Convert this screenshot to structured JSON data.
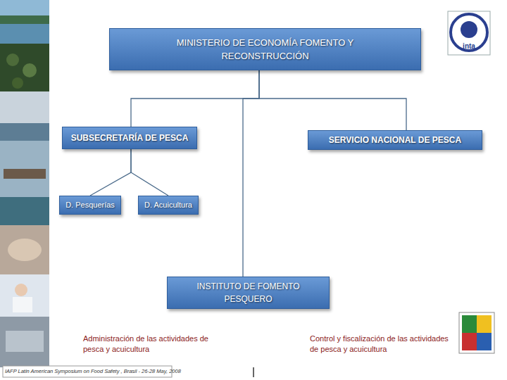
{
  "diagram": {
    "nodes": [
      {
        "text": [
          "MINISTERIO DE ECONOMÍA FOMENTO Y RECONSTRUCCIÓN"
        ]
      },
      {
        "text": [
          "SUBSECRETARÍA DE PESCA"
        ]
      },
      {
        "text": [
          "SERVICIO NACIONAL DE PESCA"
        ]
      },
      {
        "text": [
          "D. Pesquerías"
        ]
      },
      {
        "text": [
          "D. Acuicultura"
        ]
      },
      {
        "text": [
          "INSTITUTO DE FOMENTO PESQUERO"
        ]
      }
    ],
    "edges": [
      {
        "from": 0,
        "to": 1,
        "arrow": "none"
      },
      {
        "from": 0,
        "to": 2,
        "arrow": "none"
      },
      {
        "from": 0,
        "to": 5,
        "arrow": "none"
      },
      {
        "from": 1,
        "to": 3,
        "arrow": "none"
      },
      {
        "from": 1,
        "to": 4,
        "arrow": "none"
      }
    ],
    "labels": [
      "Administración de las actividades de pesca y acuicultura",
      "Control y fiscalización de las actividades de pesca y acuicultura",
      "IAFP Latin American Symposium on Food Safety , Brasil - 26-28 May, 2008",
      "inta"
    ]
  }
}
